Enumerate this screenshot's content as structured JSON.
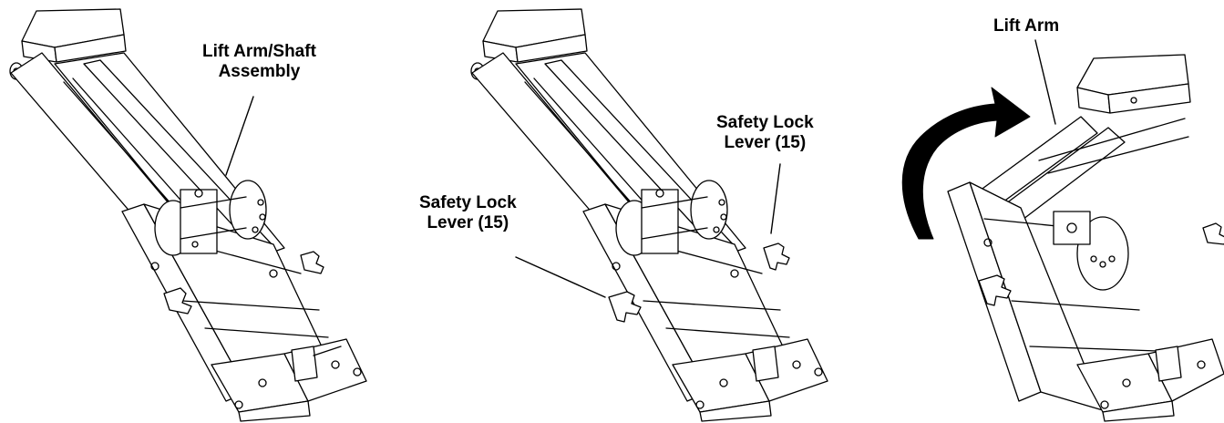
{
  "labels": {
    "lift_arm_shaft": {
      "line1": "Lift Arm/Shaft",
      "line2": "Assembly"
    },
    "safety_lock_left": {
      "line1": "Safety Lock",
      "line2": "Lever (15)"
    },
    "safety_lock_right": {
      "line1": "Safety Lock",
      "line2": "Lever (15)"
    },
    "lift_arm": {
      "line1": "Lift Arm"
    }
  },
  "colors": {
    "ink": "#000000",
    "paper": "#ffffff"
  },
  "icons": [
    "lift-direction-arrow-icon"
  ]
}
